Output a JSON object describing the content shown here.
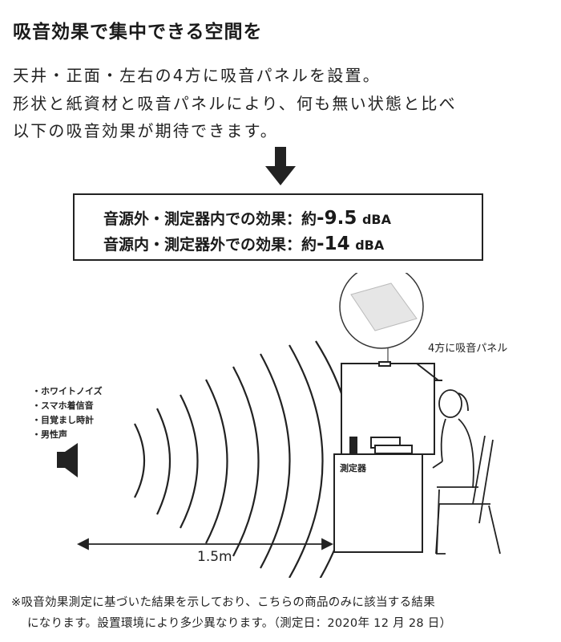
{
  "title": "吸音効果で集中できる空間を",
  "body": {
    "line1": "天井・正面・左右の4方に吸音パネルを設置。",
    "line2": "形状と紙資材と吸音パネルにより、何も無い状態と比べ",
    "line3": "以下の吸音効果が期待できます。"
  },
  "results": {
    "line1": {
      "label": "音源外・測定器内での効果：",
      "approx": "約",
      "value": "-9.5",
      "unit": "dBA"
    },
    "line2": {
      "label": "音源内・測定器外での効果：",
      "approx": "約",
      "value": "-14",
      "unit": "dBA"
    }
  },
  "illustration": {
    "sound_sources": [
      "・ホワイトノイズ",
      "・スマホ着信音",
      "・目覚まし時計",
      "・男性声"
    ],
    "panel_label": "4方に吸音パネル",
    "device_label": "測定器",
    "distance": "1.5m"
  },
  "footnote": {
    "line1": "※吸音効果測定に基づいた結果を示しており、こちらの商品のみに該当する結果",
    "line2": "になります。設置環境により多少異なります。（測定日：2020年 12 月 28 日）"
  },
  "colors": {
    "text": "#222222",
    "panel_fill": "#e6e6e6",
    "background": "#ffffff"
  },
  "icons": [
    "down-arrow-icon",
    "speaker-icon"
  ]
}
